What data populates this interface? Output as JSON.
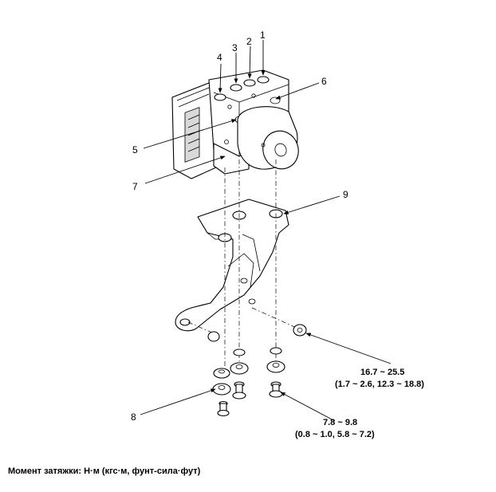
{
  "callouts": {
    "c1": "1",
    "c2": "2",
    "c3": "3",
    "c4": "4",
    "c5": "5",
    "c6": "6",
    "c7": "7",
    "c8": "8",
    "c9": "9"
  },
  "torques": {
    "upper": {
      "nm": "16.7 ~ 25.5",
      "alt": "(1.7 ~ 2.6, 12.3 ~ 18.8)"
    },
    "lower": {
      "nm": "7.8 ~ 9.8",
      "alt": "(0.8 ~ 1.0, 5.8 ~ 7.2)"
    }
  },
  "caption": "Момент затяжки: Н·м (кгс·м, фунт-сила·фут)"
}
